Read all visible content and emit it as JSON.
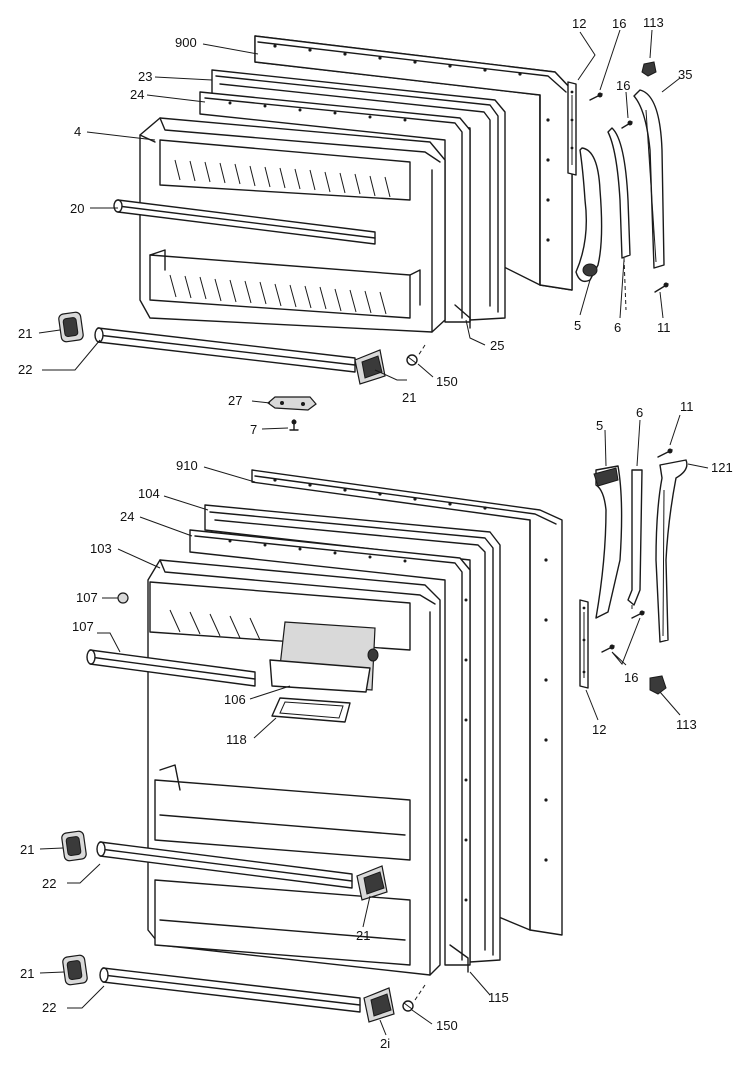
{
  "labels": {
    "upper": {
      "l900": "900",
      "l23": "23",
      "l24": "24",
      "l4": "4",
      "l20": "20",
      "l21a": "21",
      "l22": "22",
      "l27": "27",
      "l7": "7",
      "l21b": "21",
      "l150": "150",
      "l25": "25",
      "l12": "12",
      "l16a": "16",
      "l113": "113",
      "l35": "35",
      "l16b": "16",
      "l5": "5",
      "l6": "6",
      "l11": "11"
    },
    "lower": {
      "l910": "910",
      "l104": "104",
      "l24": "24",
      "l103": "103",
      "l107a": "107",
      "l107b": "107",
      "l106": "106",
      "l118": "118",
      "l21a": "21",
      "l22a": "22",
      "l21b": "21",
      "l21c": "21",
      "l22b": "22",
      "l21d": "2i",
      "l150": "150",
      "l115": "115",
      "l12": "12",
      "l16": "16",
      "l113": "113",
      "l5": "5",
      "l6": "6",
      "l11": "11",
      "l121": "121"
    }
  }
}
